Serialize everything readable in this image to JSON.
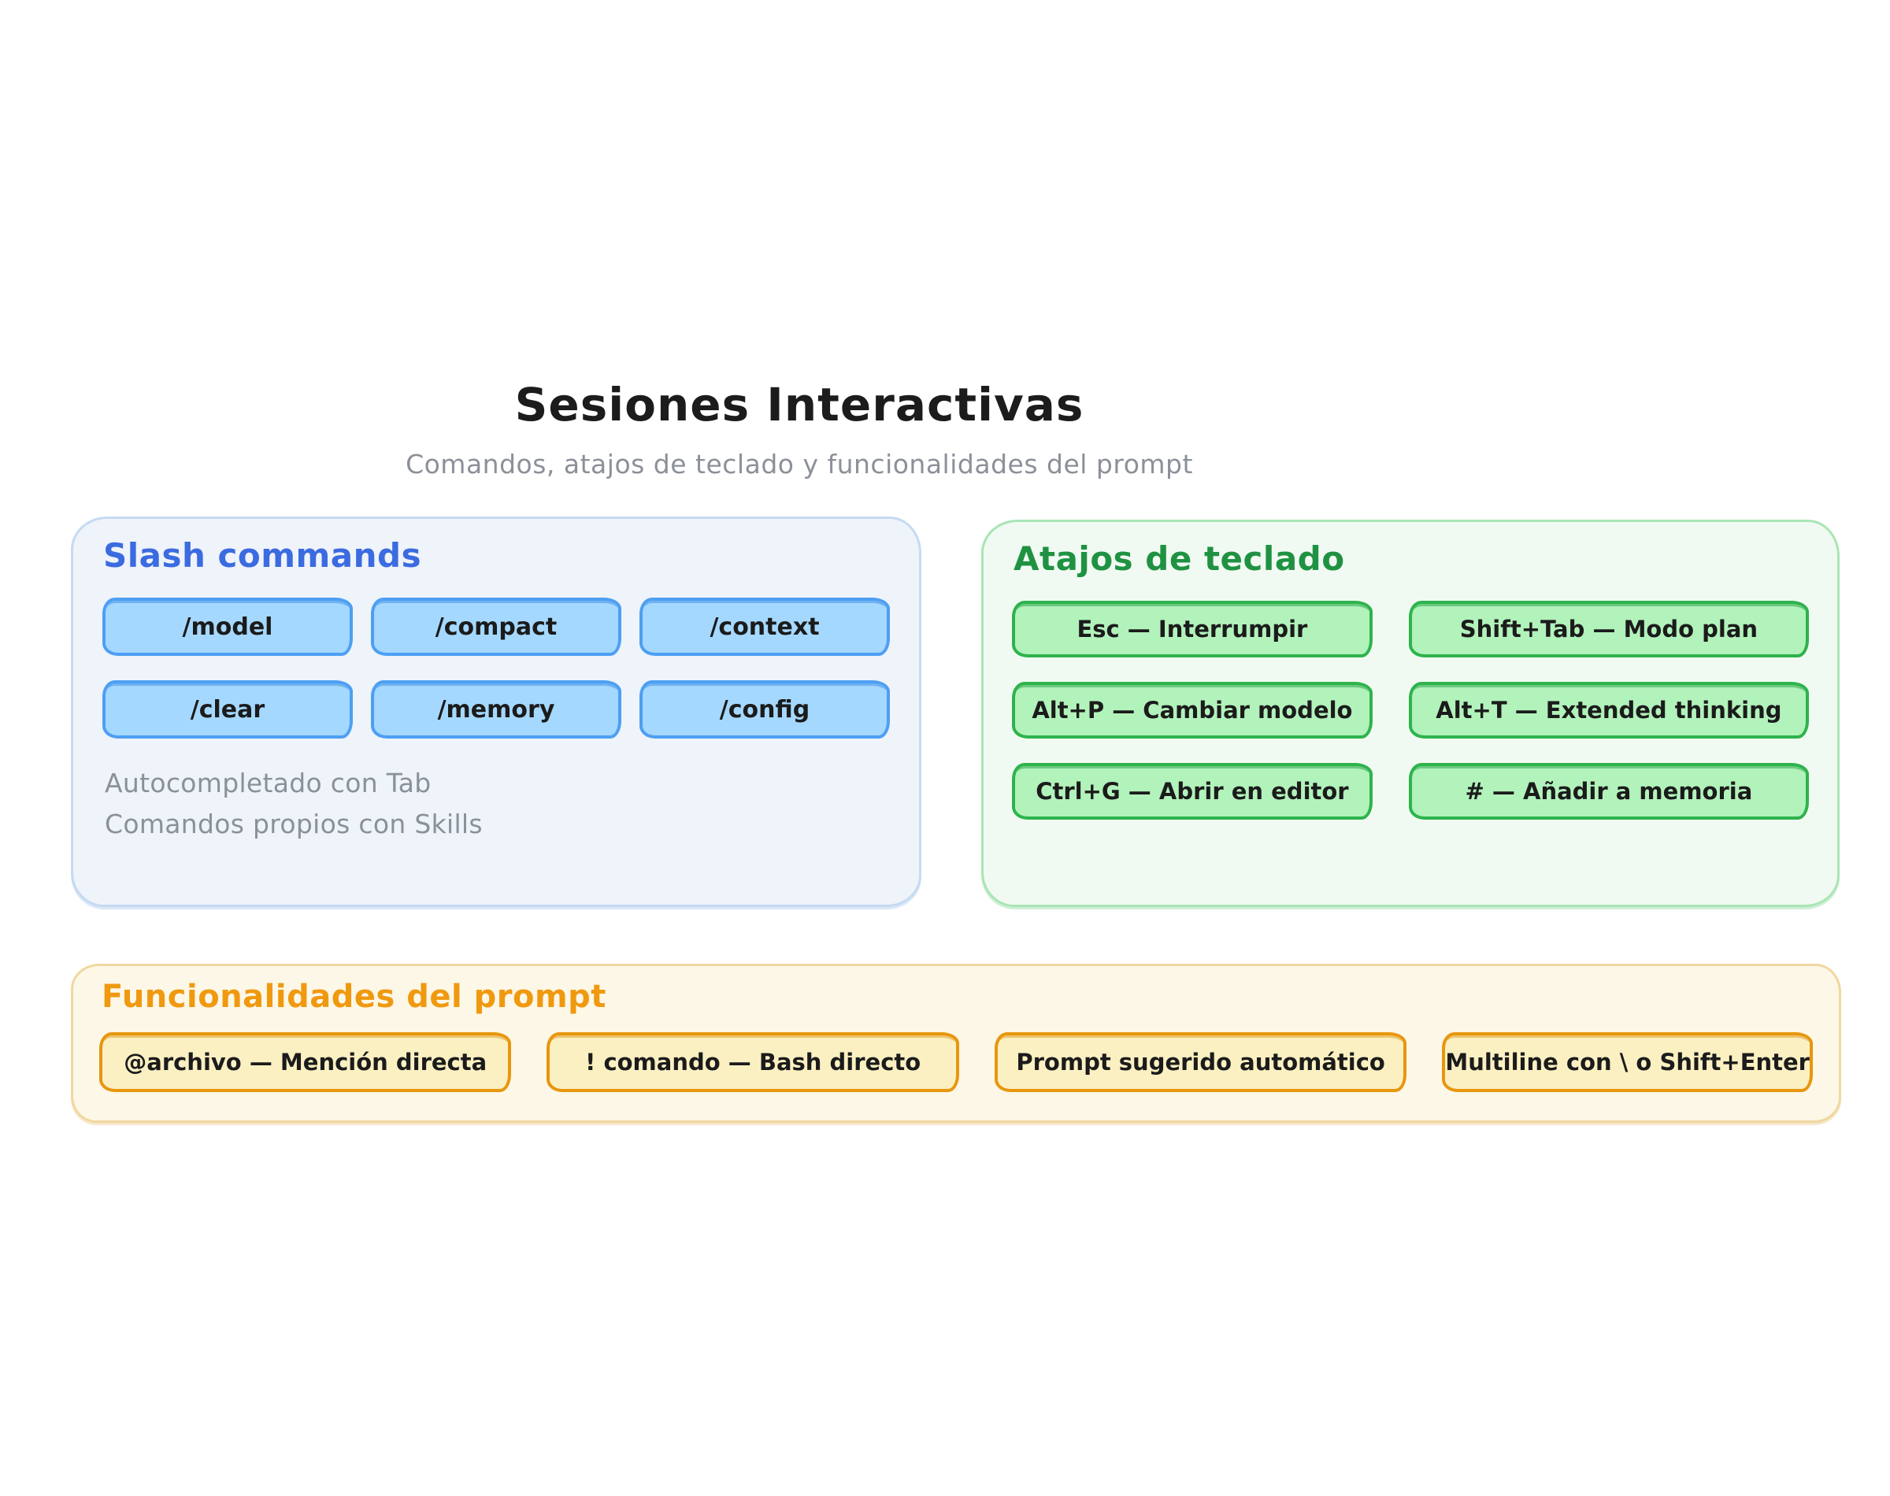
{
  "page": {
    "title": "Sesiones Interactivas",
    "subtitle": "Comandos, atajos de teclado y funcionalidades del prompt"
  },
  "slash_commands": {
    "title": "Slash commands",
    "accent_color": "#3b6be0",
    "pill_fill": "#a5d8ff",
    "pill_border": "#4d9ff3",
    "commands": [
      "/model",
      "/compact",
      "/context",
      "/clear",
      "/memory",
      "/config"
    ],
    "notes": [
      "Autocompletado con Tab",
      "Comandos propios con Skills"
    ]
  },
  "keyboard_shortcuts": {
    "title": "Atajos de teclado",
    "accent_color": "#1f9242",
    "pill_fill": "#b2f2bb",
    "pill_border": "#2eb34c",
    "shortcuts": [
      "Esc — Interrumpir",
      "Shift+Tab — Modo plan",
      "Alt+P — Cambiar modelo",
      "Alt+T — Extended thinking",
      "Ctrl+G — Abrir en editor",
      "# — Añadir a memoria"
    ]
  },
  "prompt_features": {
    "title": "Funcionalidades del prompt",
    "accent_color": "#f0990f",
    "pill_fill": "#fbf0c2",
    "pill_border": "#e8960e",
    "features": [
      "@archivo — Mención directa",
      "! comando — Bash directo",
      "Prompt sugerido automático",
      "Multiline con \\ o Shift+Enter"
    ]
  }
}
